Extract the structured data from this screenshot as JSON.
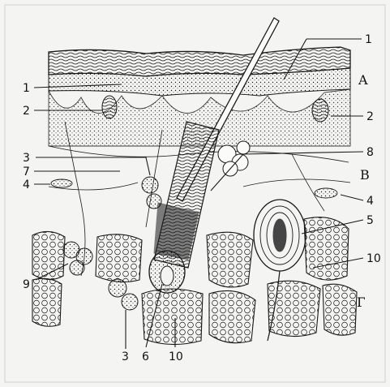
{
  "labels": {
    "n1_top_right": "1",
    "n1_left": "1",
    "n2_left": "2",
    "n2_right": "2",
    "n3_upper": "3",
    "n3_bottom": "3",
    "n4_left": "4",
    "n4_right": "4",
    "n5": "5",
    "n6": "6",
    "n7": "7",
    "n8": "8",
    "n9": "9",
    "n10_right": "10",
    "n10_bottom": "10"
  },
  "zones": {
    "a": "A",
    "b": "B",
    "g": "Г"
  },
  "colors": {
    "ink": "#1a1a1a",
    "paper": "#f4f4f2"
  }
}
